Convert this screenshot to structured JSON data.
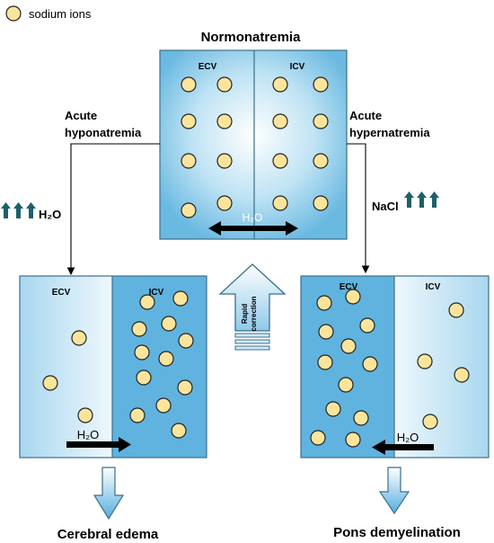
{
  "legend": {
    "label": "sodium ions"
  },
  "top": {
    "title": "Normonatremia",
    "ecv": "ECV",
    "icv": "ICV",
    "water": "H₂O"
  },
  "left_transition": {
    "line1": "Acute",
    "line2": "hyponatremia",
    "arrows_label": "H₂O"
  },
  "right_transition": {
    "line1": "Acute",
    "line2": "hypernatremia",
    "arrows_label": "NaCl"
  },
  "left_box": {
    "ecv": "ECV",
    "icv": "ICV",
    "water": "H₂O",
    "outcome": "Cerebral edema"
  },
  "right_box": {
    "ecv": "ECV",
    "icv": "ICV",
    "water": "H₂O",
    "outcome": "Pons demyelination"
  },
  "center_arrow": {
    "line1": "Rapid",
    "line2": "correction"
  },
  "colors": {
    "ion_fill": "#fbe49c",
    "ion_stroke": "#222222",
    "box_blue": "#5fb3de",
    "box_light": "#e8f5fc",
    "up_arrow_color": "#1f5f6b"
  }
}
